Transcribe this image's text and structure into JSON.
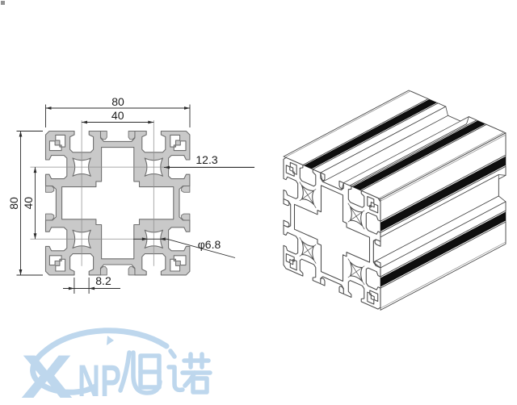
{
  "drawing": {
    "subject": "80x80 aluminium T-slot extrusion profile",
    "views": {
      "left": "cross-section with dimensions",
      "right": "isometric 3d view"
    }
  },
  "dims": {
    "top_width": "80",
    "top_inner": "40",
    "left_height": "80",
    "left_inner": "40",
    "slot_feature": "12.3",
    "hole_dia": "φ6.8",
    "slot_width": "8.2"
  },
  "logo": {
    "x": "X",
    "np": "NP",
    "cjk": "旭诺",
    "color": "#bed7ed"
  },
  "colors": {
    "background": "#ffffff",
    "profile_fill": "#c9c9c9",
    "profile_outline": "#6f6f6f",
    "dimension_line": "#2b2b2b",
    "centerline": "#8f8f8f",
    "iso_line": "#4a4a4a",
    "slot_stripe": "#0e0e0e"
  }
}
